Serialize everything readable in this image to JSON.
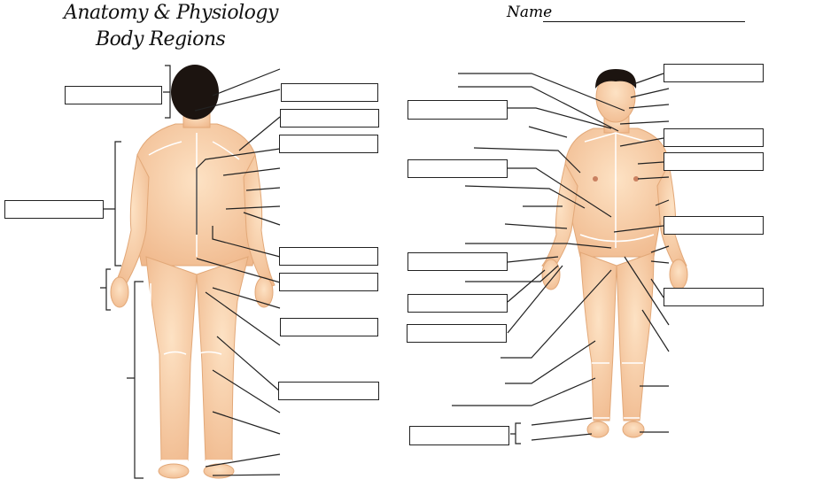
{
  "header": {
    "title_line1": "Anatomy & Physiology",
    "title_line2": "Body Regions",
    "name_label": "Name"
  },
  "colors": {
    "skin": "#f9d3ae",
    "skin_shade": "#eeb487",
    "hair": "#1c1410",
    "line": "#222222"
  },
  "labels": {
    "posterior": [
      "",
      "",
      "",
      "",
      "",
      "",
      "",
      "",
      ""
    ],
    "anterior": [
      "",
      "",
      "",
      "",
      "",
      "",
      "",
      "",
      "",
      "",
      ""
    ]
  }
}
